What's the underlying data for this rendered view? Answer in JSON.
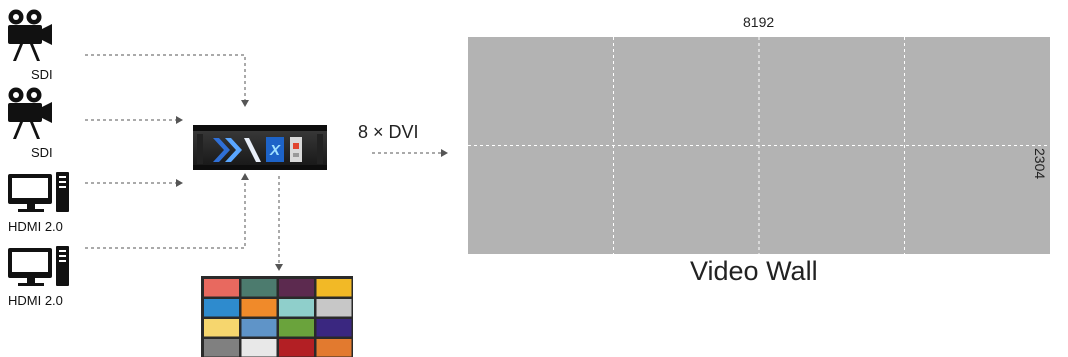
{
  "inputs": [
    {
      "type": "camera",
      "label": "SDI"
    },
    {
      "type": "camera",
      "label": "SDI"
    },
    {
      "type": "monitor",
      "label": "HDMI 2.0"
    },
    {
      "type": "monitor",
      "label": "HDMI 2.0"
    }
  ],
  "processor": {
    "logo_mark": "X"
  },
  "output": {
    "link_label": "8 × DVI"
  },
  "video_wall": {
    "title": "Video Wall",
    "width_label": "8192",
    "height_label": "2304",
    "rows": 2,
    "cols": 4,
    "color": "#b3b3b3",
    "divider_color": "#ffffff"
  },
  "preview_monitor": {
    "tile_colors": [
      [
        "#e8695f",
        "#4c7b6e",
        "#5c2a4f",
        "#f2b926"
      ],
      [
        "#2e8bce",
        "#f08a2a",
        "#8fcfcb",
        "#c7c7c7"
      ],
      [
        "#f6d66e",
        "#5f94c8",
        "#6aa33c",
        "#3a2780"
      ],
      [
        "#808080",
        "#e8e8e8",
        "#b31f24",
        "#e27a2f"
      ]
    ]
  },
  "colors": {
    "connector": "#555555",
    "icon": "#111111"
  }
}
